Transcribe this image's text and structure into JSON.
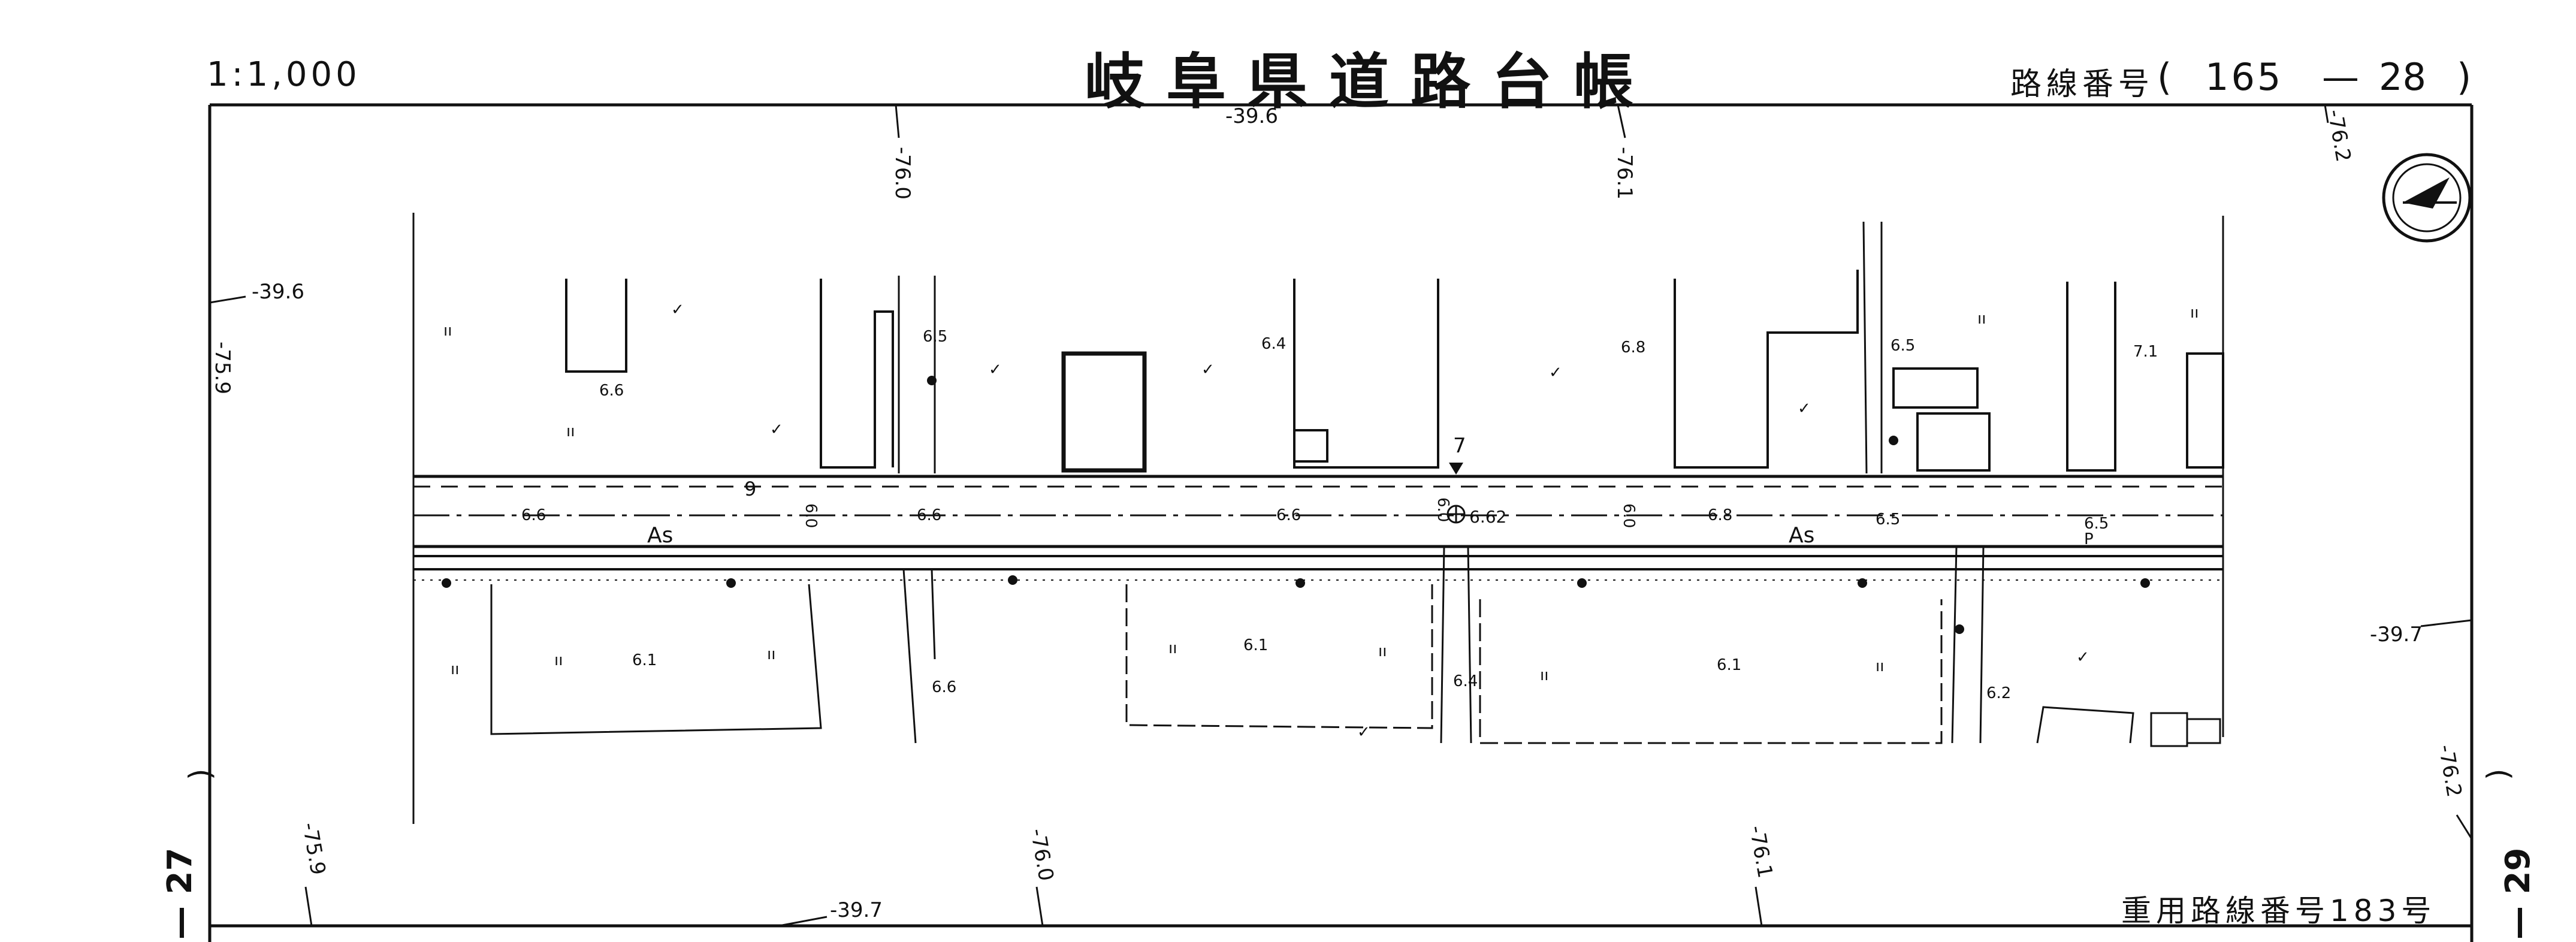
{
  "header": {
    "scale": "1:1,000",
    "title": "岐阜県道路台帳",
    "route_label": "路線番号",
    "route_paren_open": "(",
    "route_main": "165",
    "route_dash": "—",
    "route_sub": "28",
    "route_paren_close": ")"
  },
  "sheet_left": "— 27",
  "sheet_right": "— 29",
  "paren_left": ")",
  "paren_right": ")",
  "overlap_route": "重用路線番号183号",
  "grid_labels": {
    "top_a": "-39.6",
    "top_b": "-76.0",
    "top_c": "-76.1",
    "top_d": "-76.2",
    "left_a": "-39.6",
    "left_b": "-75.9",
    "right_a": "-39.7",
    "right_b": "-76.2",
    "bot_a": "-75.9",
    "bot_b": "-76.0",
    "bot_c": "-76.1",
    "bot_d": "-39.7"
  },
  "road": {
    "surface_left": "As",
    "surface_right": "As",
    "station_mark": "7",
    "bench_mark_value": "6.62",
    "km_marker": "9",
    "parking": "P"
  },
  "elevations": {
    "e1": "6.6",
    "e2": "6.6",
    "e3": "6.6",
    "e4": "6.6",
    "e5": "6.8",
    "e6": "6.5",
    "e7": "6.5",
    "e8": "6.5",
    "e9": "6.4",
    "e10": "6.8",
    "e11": "7.1",
    "e12": "6.1",
    "e13": "6.1",
    "e14": "6.1",
    "e15": "6.6",
    "e16": "6.4",
    "e17": "6.2",
    "w1": "6.0",
    "w2": "6.0",
    "w3": "6.0"
  },
  "landuse": {
    "field": "ıı",
    "paddy": "ıı",
    "check": "✓"
  }
}
